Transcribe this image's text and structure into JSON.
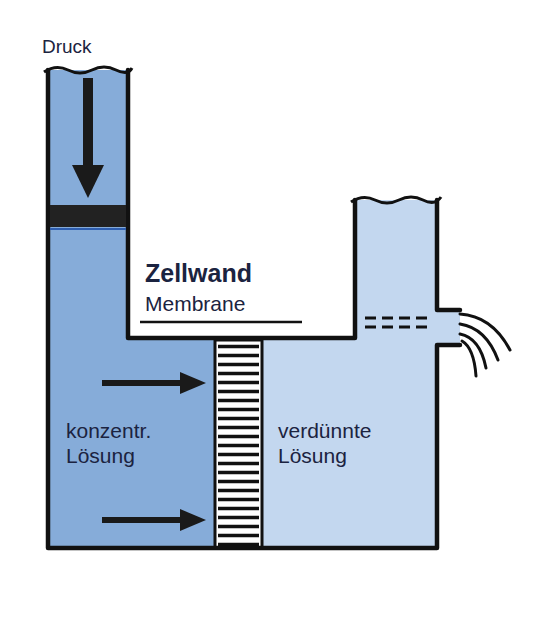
{
  "diagram": {
    "nodes": [
      {
        "text": [
          "konzentr. Lösung"
        ]
      },
      {
        "text": [
          "Zellwand",
          "Membrane"
        ]
      },
      {
        "text": [
          "verdünnte Lösung"
        ]
      }
    ],
    "labels": [
      "Druck"
    ]
  }
}
